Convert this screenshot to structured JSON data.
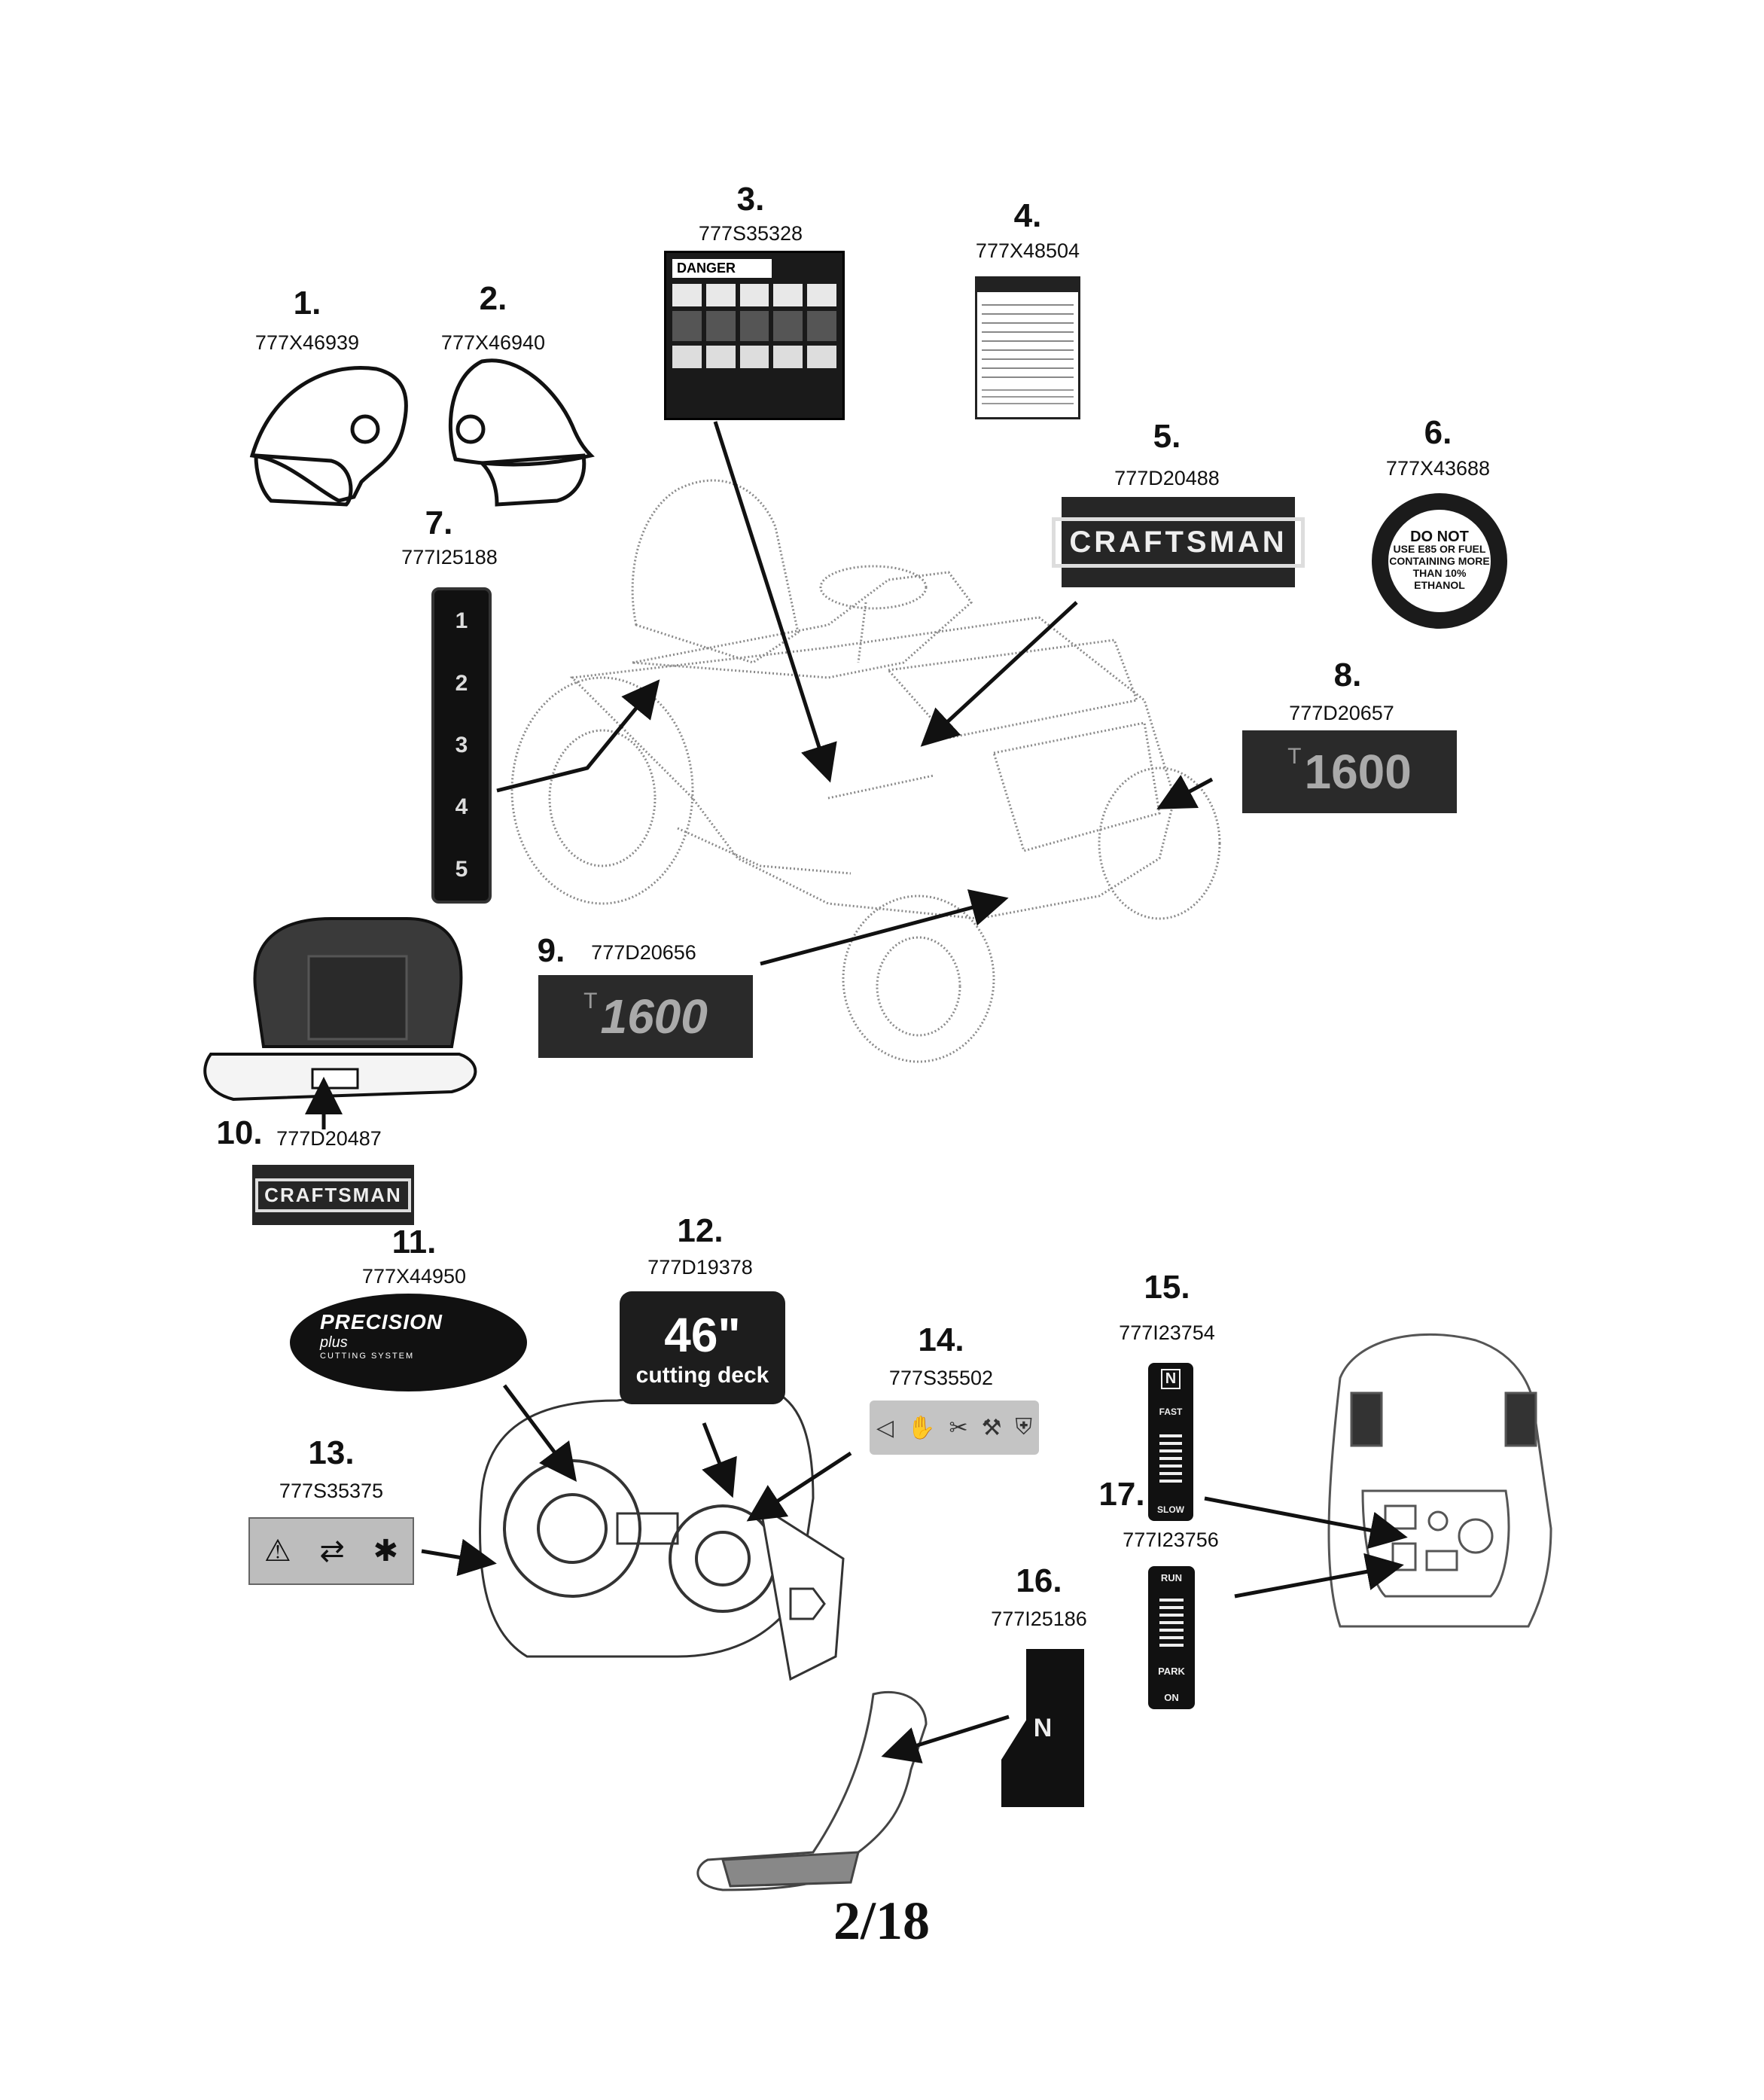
{
  "parts": [
    {
      "num": "1.",
      "part_no": "777X46939"
    },
    {
      "num": "2.",
      "part_no": "777X46940"
    },
    {
      "num": "3.",
      "part_no": "777S35328"
    },
    {
      "num": "4.",
      "part_no": "777X48504"
    },
    {
      "num": "5.",
      "part_no": "777D20488"
    },
    {
      "num": "6.",
      "part_no": "777X43688"
    },
    {
      "num": "7.",
      "part_no": "777I25188"
    },
    {
      "num": "8.",
      "part_no": "777D20657"
    },
    {
      "num": "9.",
      "part_no": "777D20656"
    },
    {
      "num": "10.",
      "part_no": "777D20487"
    },
    {
      "num": "11.",
      "part_no": "777X44950"
    },
    {
      "num": "12.",
      "part_no": "777D19378"
    },
    {
      "num": "13.",
      "part_no": "777S35375"
    },
    {
      "num": "14.",
      "part_no": "777S35502"
    },
    {
      "num": "15.",
      "part_no": "777I23754"
    },
    {
      "num": "16.",
      "part_no": "777I25186"
    },
    {
      "num": "17.",
      "part_no": "777I23756"
    }
  ],
  "decals": {
    "danger_heading": "DANGER",
    "craftsman": "CRAFTSMAN",
    "model_t": "T",
    "model_num": "1600",
    "fuel_line1": "DO NOT",
    "fuel_line2": "USE E85 OR FUEL",
    "fuel_line3": "CONTAINING MORE",
    "fuel_line4": "THAN 10% ETHANOL",
    "height_scale": [
      "1",
      "2",
      "3",
      "4",
      "5"
    ],
    "precision_line1": "PRECISION",
    "precision_line2": "plus",
    "precision_line3": "CUTTING SYSTEM",
    "deck_size": "46\"",
    "deck_text": "cutting deck",
    "throttle_fast": "FAST",
    "throttle_slow": "SLOW",
    "pto_run": "RUN",
    "pto_park": "PARK",
    "pto_on": "ON",
    "neutral": "N"
  },
  "page_label": "2/18"
}
